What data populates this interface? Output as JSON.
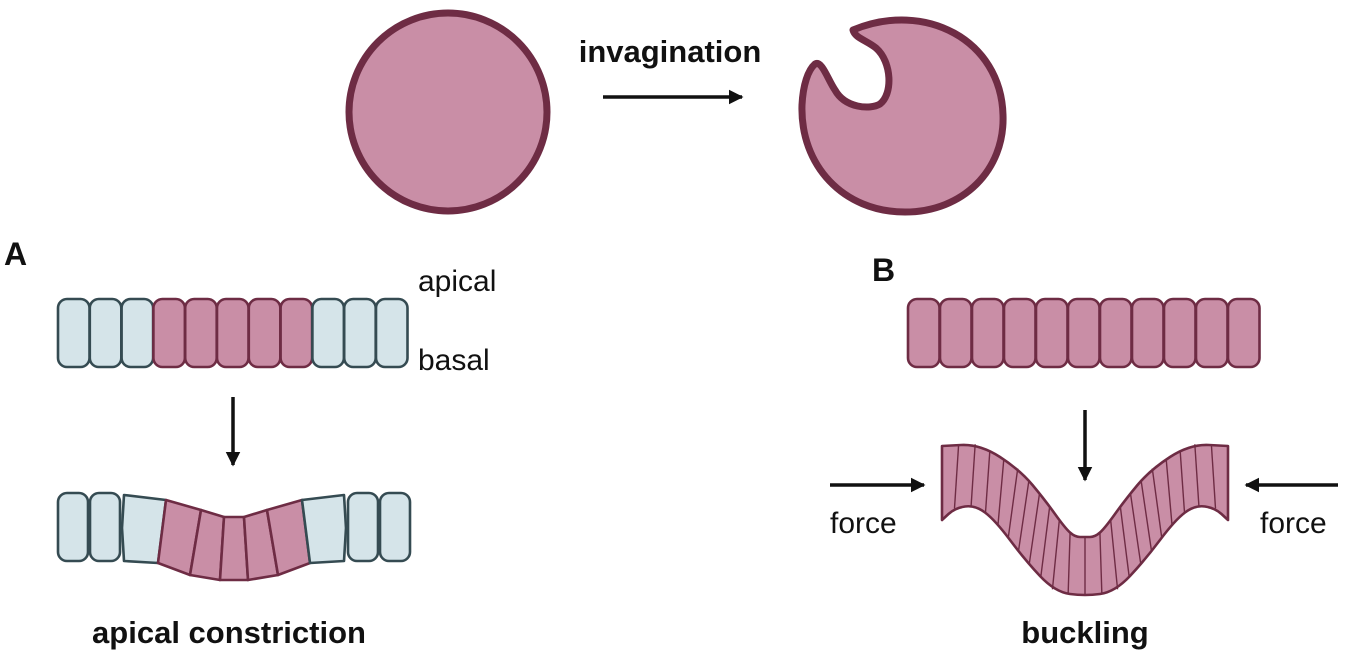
{
  "labels": {
    "invagination": "invagination",
    "panel_a": "A",
    "panel_b": "B",
    "apical": "apical",
    "basal": "basal",
    "force_left": "force",
    "force_right": "force",
    "apical_constriction": "apical constriction",
    "buckling": "buckling"
  },
  "colors": {
    "pink_fill": "#c98ea6",
    "pink_stroke": "#6e2c44",
    "blue_fill": "#d5e4e9",
    "blue_stroke": "#354b52",
    "arrow": "#111111"
  },
  "panel_a": {
    "flat_row_cells": [
      "blue",
      "blue",
      "blue",
      "pink",
      "pink",
      "pink",
      "pink",
      "pink",
      "blue",
      "blue",
      "blue"
    ],
    "constricted_row_cells": [
      "blue",
      "blue",
      "blue",
      "pink",
      "pink",
      "pink",
      "pink",
      "pink",
      "blue",
      "blue",
      "blue"
    ]
  },
  "panel_b": {
    "flat_row_cell_count": 11,
    "buckled_cell_count": 22
  }
}
